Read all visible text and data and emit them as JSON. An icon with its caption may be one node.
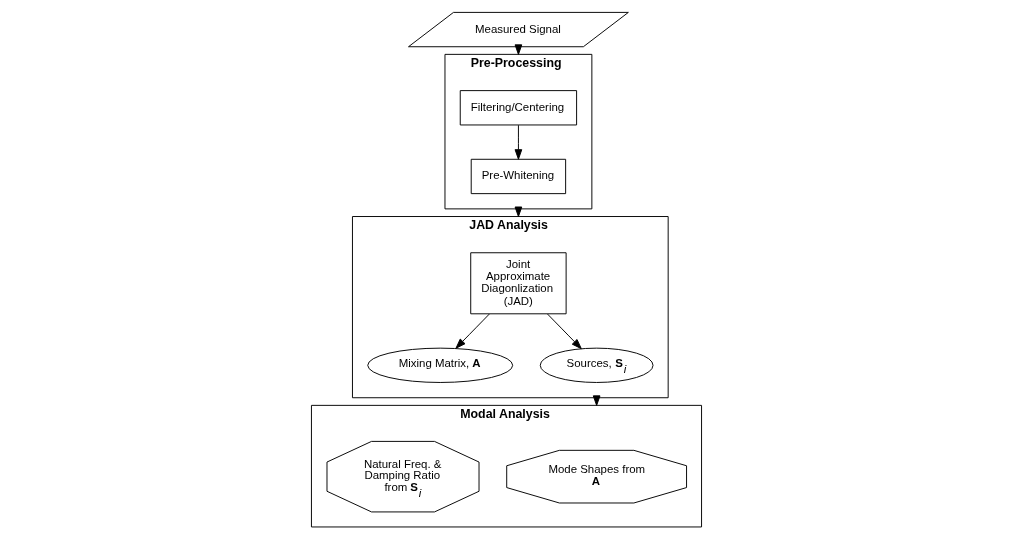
{
  "diagram": {
    "nodes": [
      {
        "text": [
          "Measured Signal"
        ]
      },
      {
        "text": [
          "Pre-Processing"
        ]
      },
      {
        "text": [
          "Filtering/Centering"
        ],
        "in": 1
      },
      {
        "text": [
          "Pre-Whitening"
        ],
        "in": 1
      },
      {
        "text": [
          "JAD Analysis"
        ]
      },
      {
        "text": [
          "Joint Approximate Diagonlization (JAD)"
        ],
        "in": 4
      },
      {
        "text": [
          "Mixing Matrix, **A**"
        ],
        "in": 4
      },
      {
        "text": [
          "Sources, **S**$_{i}$"
        ],
        "in": 4
      },
      {
        "text": [
          "Modal Analysis"
        ]
      },
      {
        "text": [
          "Mode Shapes from **A**"
        ],
        "in": 8
      },
      {
        "text": [
          "Natural Freq. & Damping Ratio from **S**$_{i}$"
        ],
        "in": 8
      }
    ],
    "edges": [
      {
        "from": 0,
        "to": 1,
        "arrow": "to"
      },
      {
        "from": 2,
        "to": 3,
        "arrow": "to"
      },
      {
        "from": 1,
        "to": 4,
        "arrow": "to"
      },
      {
        "from": 5,
        "to": 6,
        "arrow": "to"
      },
      {
        "from": 5,
        "to": 7,
        "arrow": "to"
      },
      {
        "from": 4,
        "to": 8,
        "arrow": "to"
      }
    ]
  }
}
